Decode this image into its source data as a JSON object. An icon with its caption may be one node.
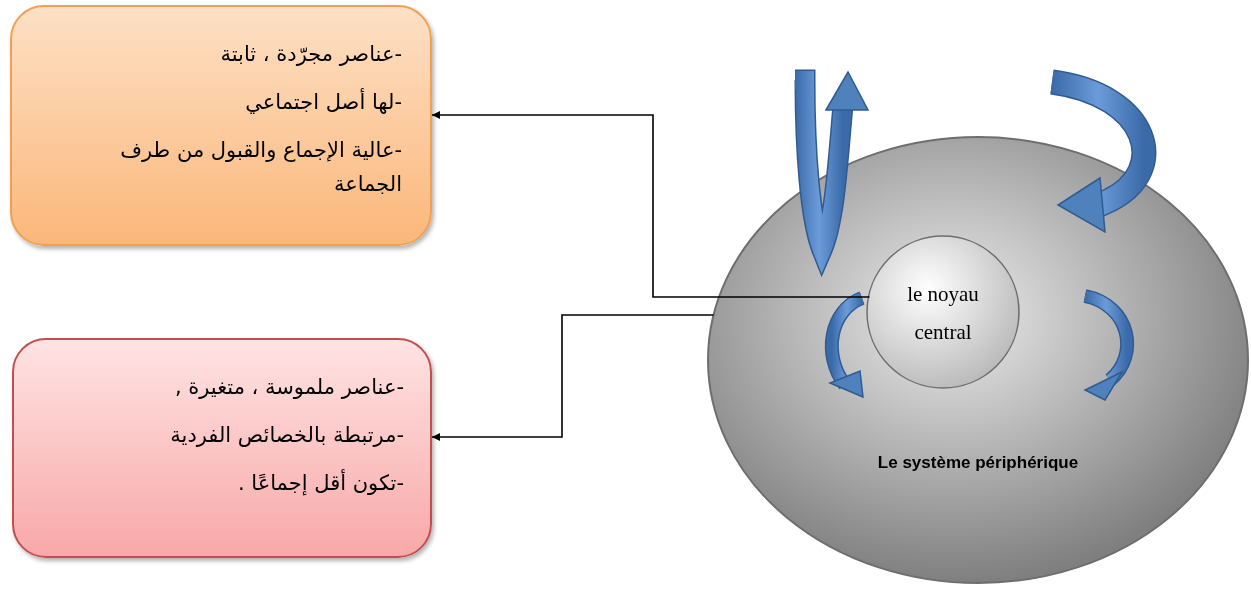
{
  "diagram": {
    "nodes": [
      {
        "text": [
          "-عناصر مجرّدة ، ثابتة",
          "-لها أصل اجتماعي",
          "-عالية الإجماع والقبول من طرف الجماعة"
        ]
      },
      {
        "text": [
          "-عناصر ملموسة ، متغيرة ,",
          "-مرتبطة بالخصائص الفردية",
          "-تكون أقل إجماعًا ."
        ]
      },
      {
        "text": [
          "Le système périphérique"
        ]
      },
      {
        "text": [
          "le noyau central"
        ],
        "in": 2
      }
    ],
    "edges": [
      {
        "from": 3,
        "to": 0,
        "arrow": "to"
      },
      {
        "from": 2,
        "to": 1,
        "arrow": "to"
      }
    ]
  }
}
